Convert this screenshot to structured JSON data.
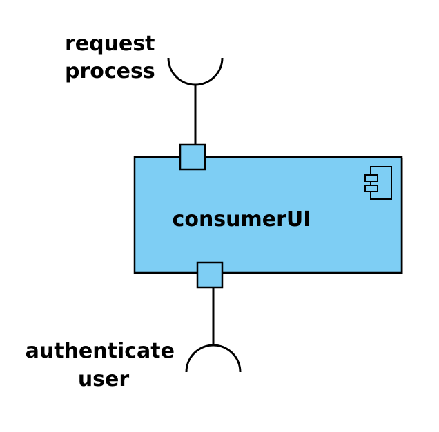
{
  "diagram": {
    "component": {
      "name": "consumerUI",
      "icon": "uml-component-icon",
      "fill_color": "#7ecef4"
    },
    "required_interfaces": [
      {
        "label_lines": [
          "request",
          "process"
        ]
      },
      {
        "label_lines": [
          "authenticate",
          "user"
        ]
      }
    ],
    "port_color": "#7ecef4"
  }
}
